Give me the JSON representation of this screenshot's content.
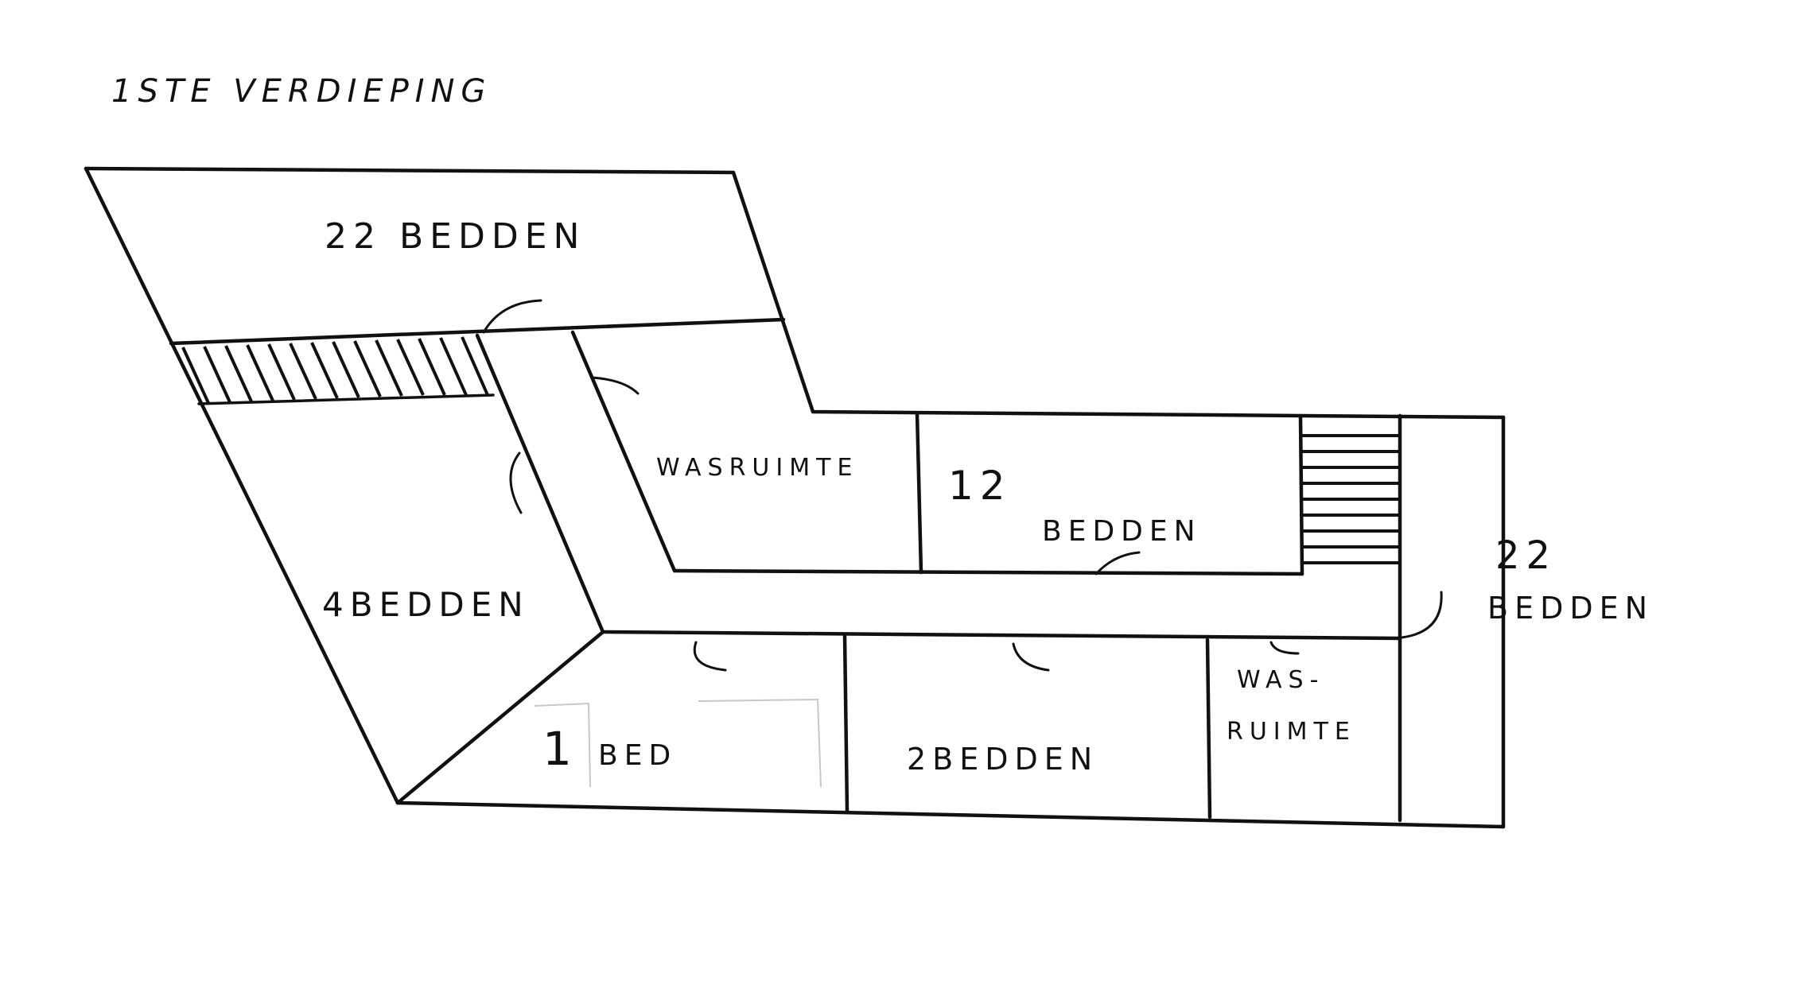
{
  "title": "1STE VERDIEPING",
  "rooms": {
    "top_ward": "22 BEDDEN",
    "washroom_upper": "WASRUIMTE",
    "ward_12_number": "12",
    "ward_12_label": "BEDDEN",
    "ward_4": "4BEDDEN",
    "ward_1_number": "1",
    "ward_1_label": "BED",
    "ward_2": "2BEDDEN",
    "washroom_lower_1": "WAS-",
    "washroom_lower_2": "RUIMTE",
    "east_ward_number": "22",
    "east_ward_label": "BEDDEN"
  }
}
